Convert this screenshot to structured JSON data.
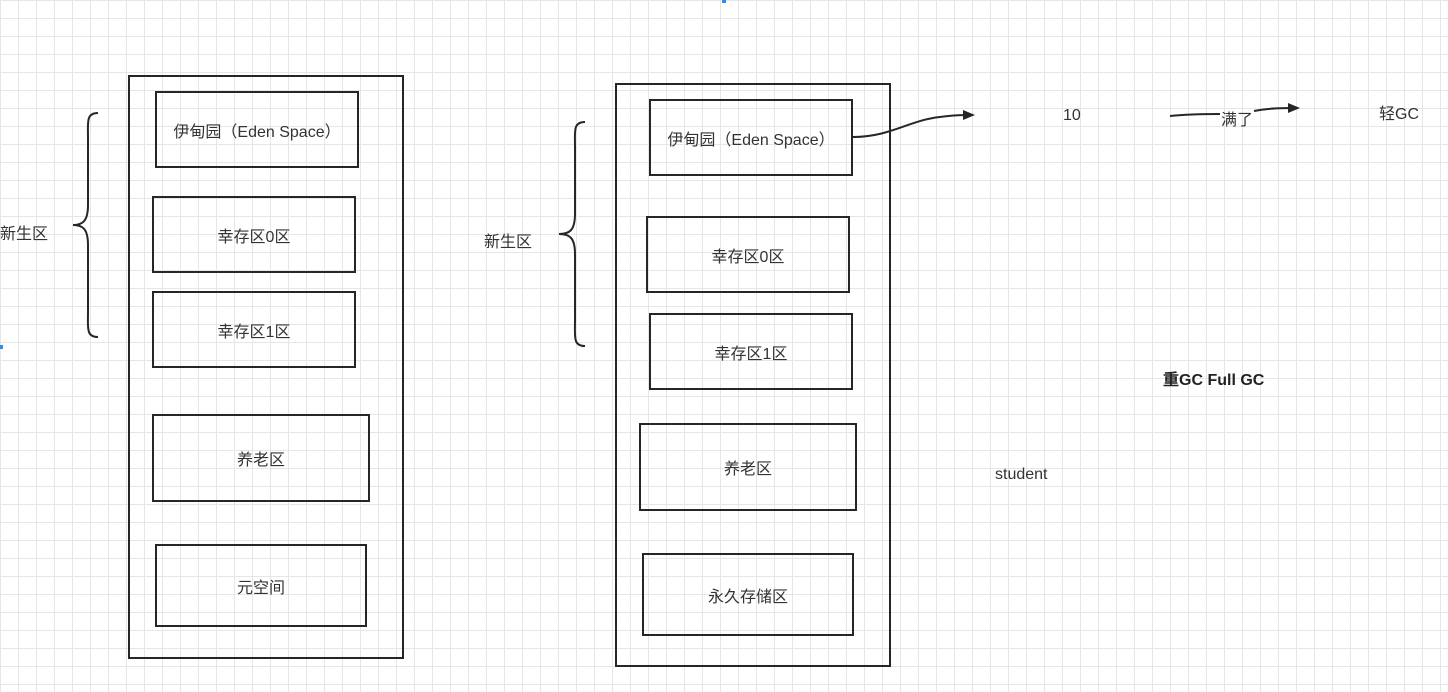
{
  "left_diagram": {
    "group_label": "新生区",
    "eden": "伊甸园（Eden Space）",
    "survivor0": "幸存区0区",
    "survivor1": "幸存区1区",
    "old": "养老区",
    "meta": "元空间"
  },
  "right_diagram": {
    "group_label": "新生区",
    "eden": "伊甸园（Eden Space）",
    "survivor0": "幸存区0区",
    "survivor1": "幸存区1区",
    "old": "养老区",
    "perm": "永久存储区"
  },
  "annotations": {
    "count": "10",
    "full": "满了",
    "minor_gc": "轻GC",
    "major_gc": "重GC  Full GC",
    "object": "student"
  },
  "colors": {
    "stroke": "#262626",
    "text": "#333333",
    "grid": "#e6e6e6",
    "selection": "#2f8ce8"
  }
}
